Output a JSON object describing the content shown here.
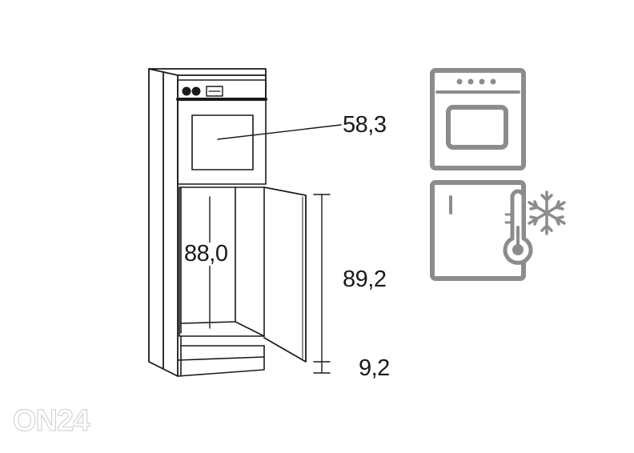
{
  "dimensions": {
    "oven_niche": "58,3",
    "inner_height": "88,0",
    "door_height": "89,2",
    "plinth_height": "9,2"
  },
  "icons": {
    "oven": "oven-icon",
    "fridge": "fridge-freezer-icon",
    "thermometer": "thermometer-icon",
    "snowflake": "snowflake-icon"
  },
  "colors": {
    "line": "#1a1a1a",
    "icon_gray": "#8c8c8c",
    "watermark_outline": "#d4d4d4"
  },
  "watermark": "ON24"
}
